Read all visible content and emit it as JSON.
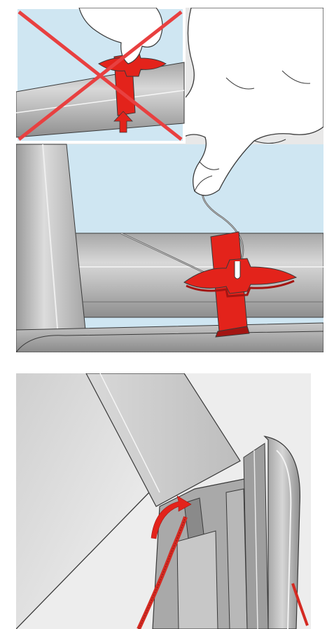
{
  "figure": {
    "panels": [
      {
        "id": "insert-wrong",
        "note": ""
      },
      {
        "id": "insert-correct",
        "note": ""
      },
      {
        "id": "hook-thread",
        "note": ""
      }
    ]
  },
  "colors": {
    "sky": "#cfe6f2",
    "metal_light": "#d4d4d4",
    "metal_mid": "#b4b4b4",
    "metal_dark": "#8c8c8c",
    "clip_red": "#e3231b",
    "clip_red_dark": "#a31512",
    "cross_red": "#e84040",
    "thread_red": "#d42a22",
    "outline": "#3a3a3a"
  },
  "icons": [
    "wrong-cross-icon",
    "up-arrow-icon",
    "curved-arrow-icon"
  ]
}
